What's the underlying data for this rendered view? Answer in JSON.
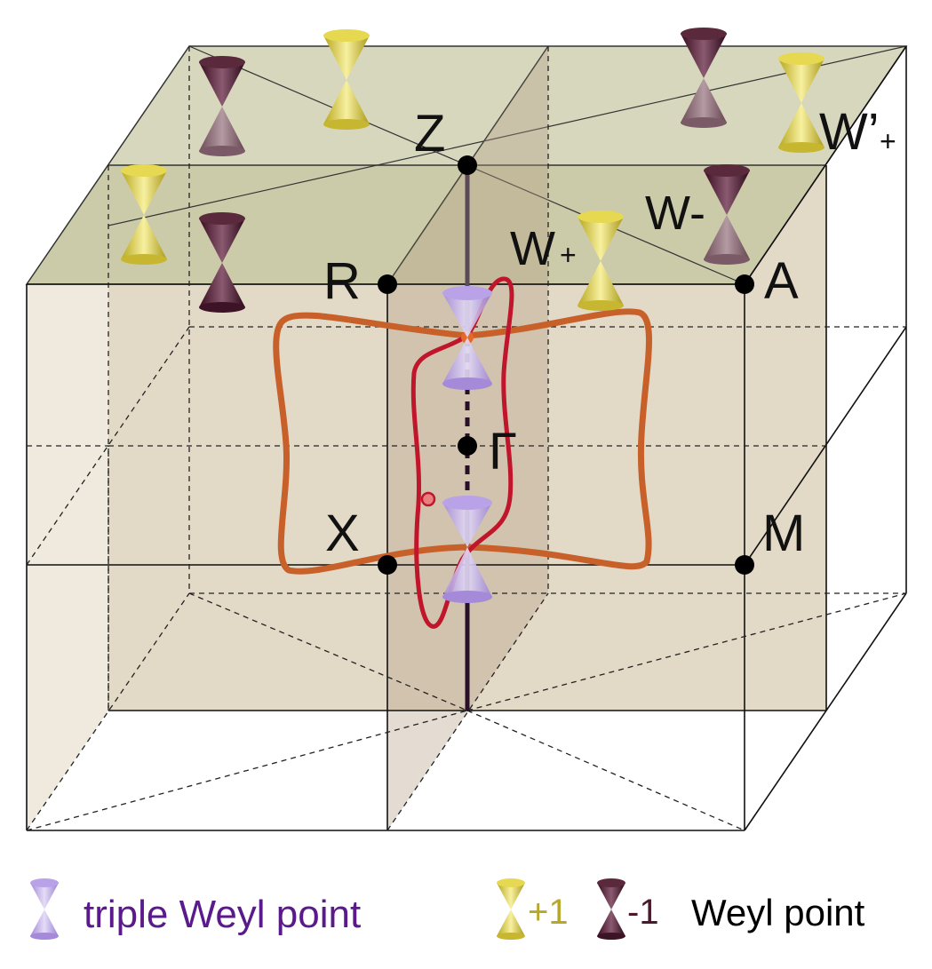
{
  "points": {
    "Z": "Z",
    "R": "R",
    "A": "A",
    "X": "X",
    "M": "M",
    "Gamma": "Γ"
  },
  "weyl_labels": {
    "w_plus": "W",
    "w_plus_sub": "+",
    "w_minus": "W-",
    "w_prime": "W’",
    "w_prime_sub": "+"
  },
  "legend": {
    "triple_label": "triple Weyl point",
    "plus_label": "+1",
    "minus_label": "-1",
    "weyl_label": "Weyl point"
  },
  "colors": {
    "triple": "#b9a2e8",
    "triple_text": "#5a1a8c",
    "plus": "#d8c93a",
    "plus_text": "#b8a82a",
    "minus": "#4a1a2c",
    "minus_text": "#4a1a2c",
    "orange_loop": "#c8602a",
    "red_loop": "#c0152a",
    "top_face": "#c9caa8",
    "inner_box": "#d9ccb4",
    "axis_line": "#2a0f28"
  }
}
